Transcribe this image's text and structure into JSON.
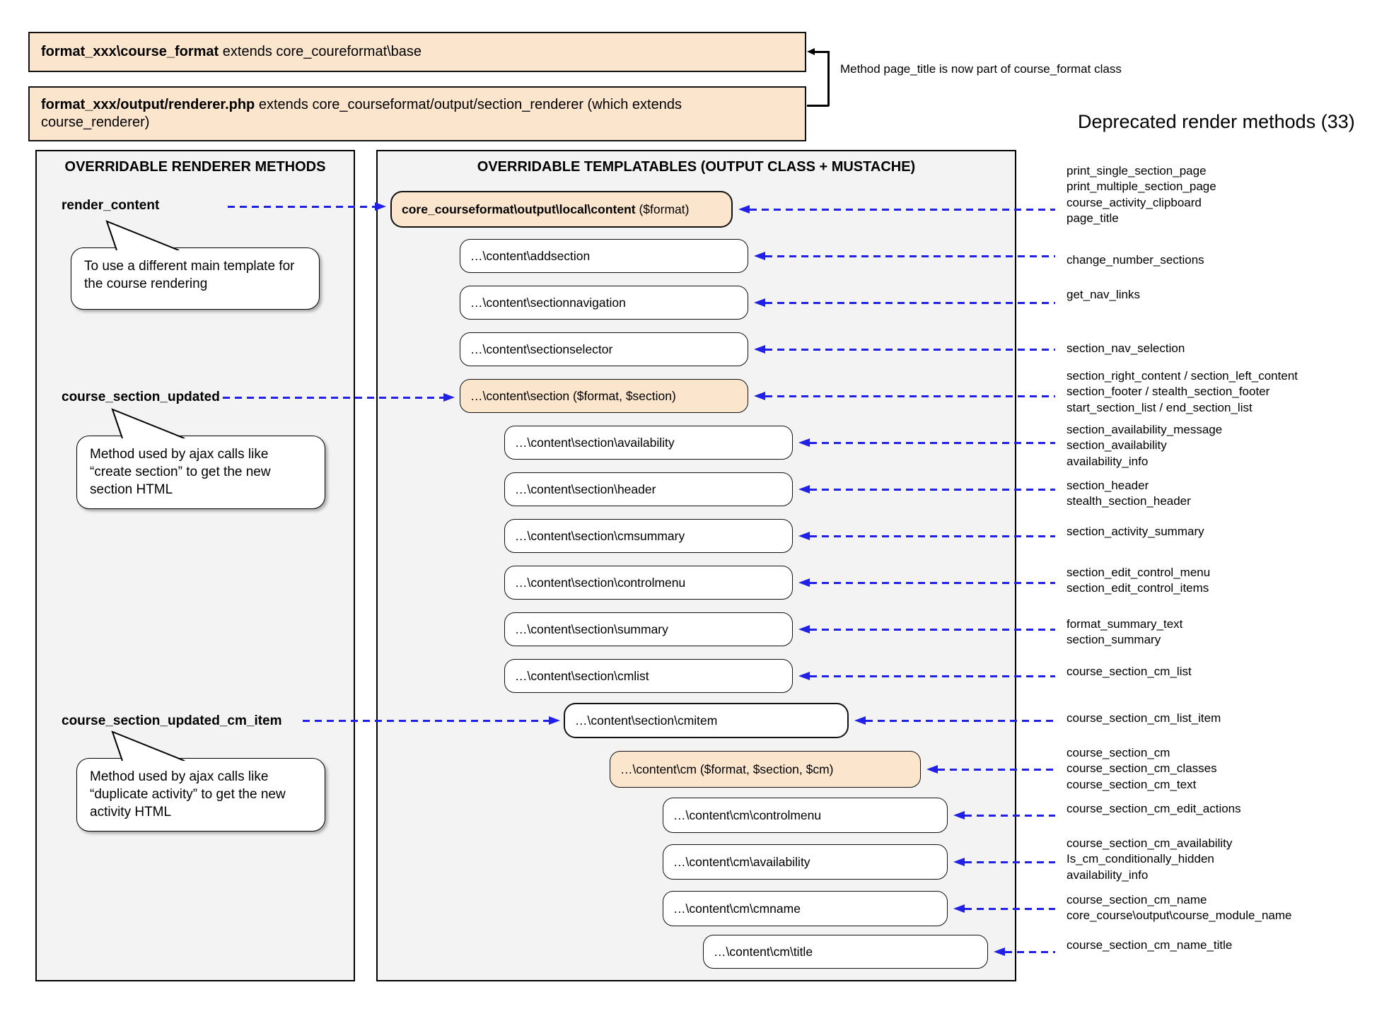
{
  "colors": {
    "accent_blue": "#2020e8",
    "box_orange": "#fce5cd",
    "panel_gray": "#f3f3f3"
  },
  "top": {
    "box1": {
      "bold": "format_xxx\\course_format",
      "rest": " extends core_coureformat\\base"
    },
    "box2": {
      "bold": "format_xxx/output/renderer.php",
      "rest": " extends core_courseformat/output/section_renderer (which extends course_renderer)"
    },
    "note": "Method page_title is now part of course_format class",
    "deprecated_heading": "Deprecated render methods (33)"
  },
  "left_panel": {
    "title": "OVERRIDABLE RENDERER METHODS",
    "methods": [
      {
        "label": "render_content",
        "bubble": "To use a different main template for the course rendering"
      },
      {
        "label": "course_section_updated",
        "bubble": "Method used by ajax calls like “create section” to get the new section HTML"
      },
      {
        "label": "course_section_updated_cm_item",
        "bubble": "Method used by ajax calls like “duplicate activity” to get the new activity HTML"
      }
    ]
  },
  "middle_panel": {
    "title": "OVERRIDABLE TEMPLATABLES (OUTPUT CLASS + MUSTACHE)",
    "boxes": [
      {
        "bold": "core_courseformat\\output\\local\\content",
        "text": " ($format)"
      },
      {
        "bold": "",
        "text": "…\\content\\addsection"
      },
      {
        "bold": "",
        "text": "…\\content\\sectionnavigation"
      },
      {
        "bold": "",
        "text": "…\\content\\sectionselector"
      },
      {
        "bold": "",
        "text": "…\\content\\section ($format, $section)"
      },
      {
        "bold": "",
        "text": "…\\content\\section\\availability"
      },
      {
        "bold": "",
        "text": "…\\content\\section\\header"
      },
      {
        "bold": "",
        "text": "…\\content\\section\\cmsummary"
      },
      {
        "bold": "",
        "text": "…\\content\\section\\controlmenu"
      },
      {
        "bold": "",
        "text": "…\\content\\section\\summary"
      },
      {
        "bold": "",
        "text": "…\\content\\section\\cmlist"
      },
      {
        "bold": "",
        "text": "…\\content\\section\\cmitem"
      },
      {
        "bold": "",
        "text": "…\\content\\cm ($format, $section, $cm)"
      },
      {
        "bold": "",
        "text": "…\\content\\cm\\controlmenu"
      },
      {
        "bold": "",
        "text": "…\\content\\cm\\availability"
      },
      {
        "bold": "",
        "text": "…\\content\\cm\\cmname"
      },
      {
        "bold": "",
        "text": "…\\content\\cm\\title"
      }
    ]
  },
  "right_list": {
    "groups": [
      {
        "lines": [
          "print_single_section_page",
          "print_multiple_section_page",
          "course_activity_clipboard",
          "page_title"
        ]
      },
      {
        "lines": [
          "change_number_sections"
        ]
      },
      {
        "lines": [
          "get_nav_links"
        ]
      },
      {
        "lines": [
          "section_nav_selection"
        ]
      },
      {
        "lines": [
          "section_right_content / section_left_content",
          "section_footer / stealth_section_footer",
          "start_section_list / end_section_list"
        ]
      },
      {
        "lines": [
          "section_availability_message",
          "section_availability",
          "availability_info"
        ]
      },
      {
        "lines": [
          "section_header",
          "stealth_section_header"
        ]
      },
      {
        "lines": [
          "section_activity_summary"
        ]
      },
      {
        "lines": [
          "section_edit_control_menu",
          "section_edit_control_items"
        ]
      },
      {
        "lines": [
          "format_summary_text",
          "section_summary"
        ]
      },
      {
        "lines": [
          "course_section_cm_list"
        ]
      },
      {
        "lines": [
          "course_section_cm_list_item"
        ]
      },
      {
        "lines": [
          "course_section_cm",
          "course_section_cm_classes",
          "course_section_cm_text"
        ]
      },
      {
        "lines": [
          "course_section_cm_edit_actions"
        ]
      },
      {
        "lines": [
          "course_section_cm_availability",
          "Is_cm_conditionally_hidden",
          "availability_info"
        ]
      },
      {
        "lines": [
          "course_section_cm_name",
          "core_course\\output\\course_module_name"
        ]
      },
      {
        "lines": [
          "course_section_cm_name_title"
        ]
      }
    ]
  }
}
